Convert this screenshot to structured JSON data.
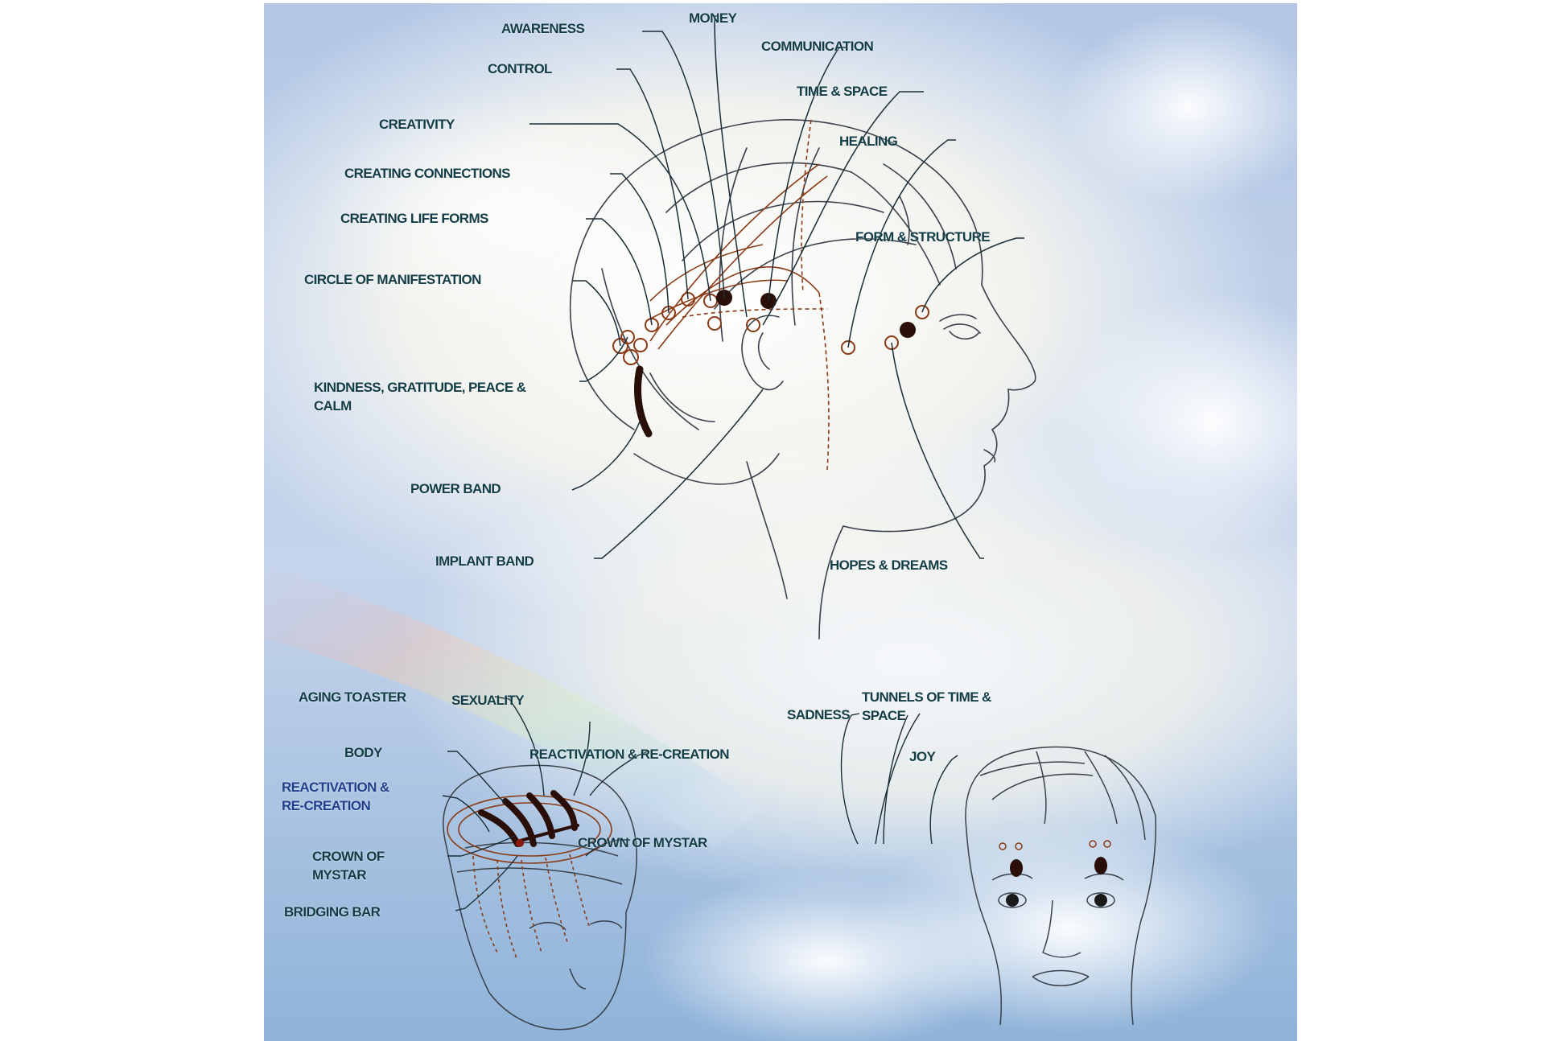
{
  "colors": {
    "sky_top": "#b3c7e4",
    "sky_bottom": "#8fb3d9",
    "glow": "#ffffff",
    "label_text": "#123c46",
    "leader_line": "#1a2d36",
    "copper_line": "#8a3a16",
    "dark_dot": "#2a0f08",
    "sketch_line": "#39414a"
  },
  "main_head": {
    "labels": {
      "awareness": "AWARENESS",
      "money": "MONEY",
      "control": "CONTROL",
      "communication": "COMMUNICATION",
      "time_space": "TIME & SPACE",
      "creativity": "CREATIVITY",
      "healing": "HEALING",
      "creating_connections": "CREATING CONNECTIONS",
      "creating_life_forms": "CREATING LIFE FORMS",
      "form_structure": "FORM & STRUCTURE",
      "circle_of_manifestation": "CIRCLE OF MANIFESTATION",
      "kindness": "KINDNESS, GRATITUDE, PEACE & CALM",
      "power_band": "POWER BAND",
      "implant_band": "IMPLANT BAND",
      "hopes_dreams": "HOPES & DREAMS"
    }
  },
  "crown_head": {
    "labels": {
      "aging_toaster": "AGING TOASTER",
      "sexuality": "SEXUALITY",
      "body": "BODY",
      "reactivation_right": "REACTIVATION & RE-CREATION",
      "reactivation_left": "REACTIVATION & RE-CREATION",
      "crown_of_mystar_left": "CROWN OF MYSTAR",
      "crown_of_mystar_right": "CROWN OF MYSTAR",
      "bridging_bar": "BRIDGING BAR"
    }
  },
  "front_face": {
    "labels": {
      "sadness": "SADNESS",
      "tunnels": "TUNNELS OF TIME & SPACE",
      "joy": "JOY"
    }
  }
}
